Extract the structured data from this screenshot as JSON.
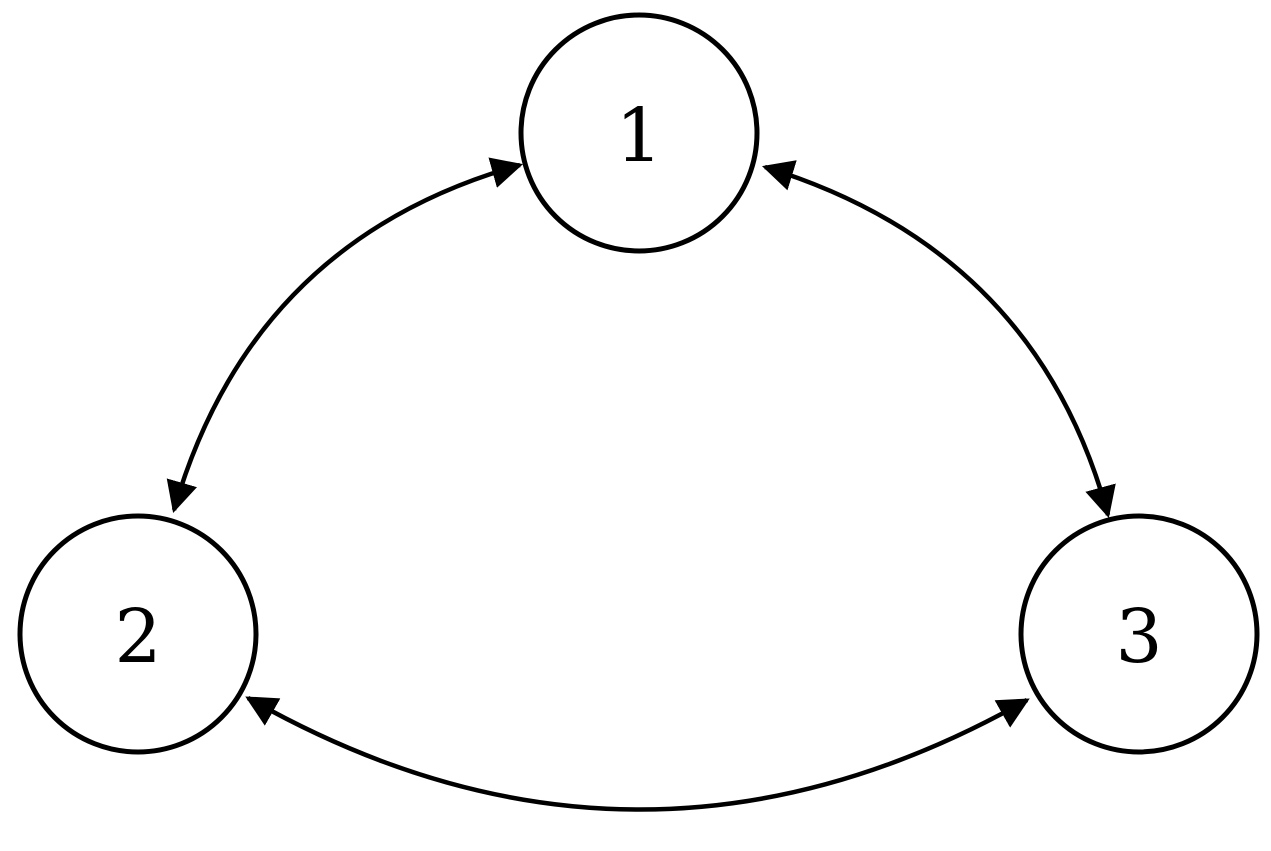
{
  "diagram": {
    "type": "directed-graph",
    "nodes": [
      {
        "id": "1",
        "label": "1"
      },
      {
        "id": "2",
        "label": "2"
      },
      {
        "id": "3",
        "label": "3"
      }
    ],
    "edges": [
      {
        "from": "1",
        "to": "2",
        "direction": "both"
      },
      {
        "from": "1",
        "to": "3",
        "direction": "both"
      },
      {
        "from": "2",
        "to": "3",
        "direction": "both"
      }
    ],
    "colors": {
      "stroke": "#000000",
      "background": "#ffffff"
    }
  }
}
